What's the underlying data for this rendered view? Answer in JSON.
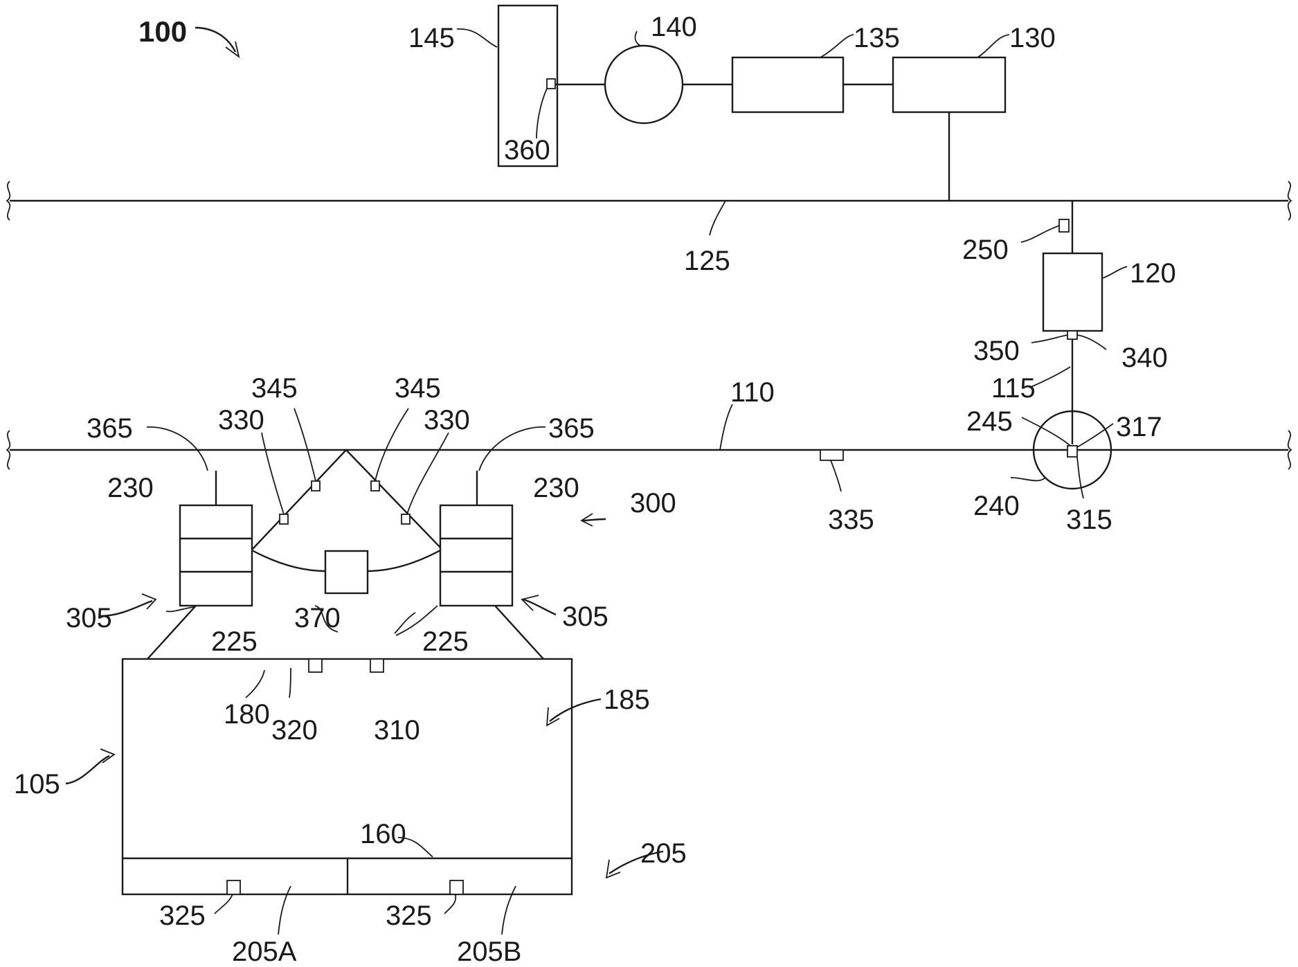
{
  "figure": {
    "labels": {
      "l100": "100",
      "l145": "145",
      "l140": "140",
      "l135": "135",
      "l130": "130",
      "l360": "360",
      "l125": "125",
      "l250": "250",
      "l120": "120",
      "l350": "350",
      "l340": "340",
      "l115": "115",
      "l110": "110",
      "l245": "245",
      "l317": "317",
      "l240": "240",
      "l315": "315",
      "l335": "335",
      "l365a": "365",
      "l330a": "330",
      "l345a": "345",
      "l345b": "345",
      "l330b": "330",
      "l365b": "365",
      "l230a": "230",
      "l230b": "230",
      "l300": "300",
      "l305a": "305",
      "l305b": "305",
      "l370": "370",
      "l225a": "225",
      "l225b": "225",
      "l180": "180",
      "l320": "320",
      "l310": "310",
      "l185": "185",
      "l105": "105",
      "l160": "160",
      "l205": "205",
      "l325a": "325",
      "l325b": "325",
      "l205A": "205A",
      "l205B": "205B"
    }
  }
}
